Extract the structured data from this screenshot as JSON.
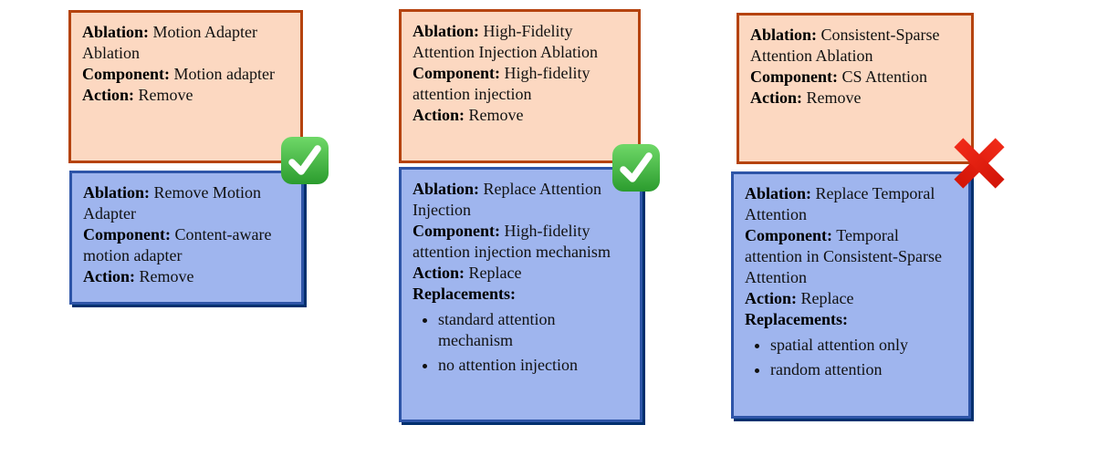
{
  "colors": {
    "page_background": "#ffffff",
    "spec_box_fill": "#fcd8c1",
    "spec_box_border": "#b5430f",
    "plan_box_fill": "#9fb5ee",
    "plan_box_border": "#2e55a8",
    "plan_box_shadow": "#00306e",
    "pass_green": "#33a42c",
    "fail_red": "#e4180c",
    "text": "#111111"
  },
  "cards": [
    {
      "status": "pass",
      "status_icon": "check-mark-icon",
      "top": {
        "fields": [
          {
            "label": "Ablation:",
            "value": "Motion Adapter Ablation"
          },
          {
            "label": "Component:",
            "value": "Motion adapter"
          },
          {
            "label": "Action:",
            "value": "Remove"
          }
        ]
      },
      "bottom": {
        "fields": [
          {
            "label": "Ablation:",
            "value": "Remove Motion Adapter"
          },
          {
            "label": "Component:",
            "value": "Content-aware motion adapter"
          },
          {
            "label": "Action:",
            "value": "Remove"
          }
        ]
      }
    },
    {
      "status": "pass",
      "status_icon": "check-mark-icon",
      "top": {
        "fields": [
          {
            "label": "Ablation:",
            "value": "High-Fidelity Attention Injection Ablation"
          },
          {
            "label": "Component:",
            "value": "High-fidelity attention injection"
          },
          {
            "label": "Action:",
            "value": "Remove"
          }
        ]
      },
      "bottom": {
        "fields": [
          {
            "label": "Ablation:",
            "value": "Replace Attention Injection"
          },
          {
            "label": "Component:",
            "value": "High-fidelity attention injection mechanism"
          },
          {
            "label": "Action:",
            "value": "Replace"
          },
          {
            "label": "Replacements:",
            "value": ""
          }
        ],
        "bullets": [
          "standard attention mechanism",
          "no attention injection"
        ]
      }
    },
    {
      "status": "fail",
      "status_icon": "cross-mark-icon",
      "top": {
        "fields": [
          {
            "label": "Ablation:",
            "value": "Consistent-Sparse Attention Ablation"
          },
          {
            "label": "Component:",
            "value": "CS Attention"
          },
          {
            "label": "Action:",
            "value": "Remove"
          }
        ]
      },
      "bottom": {
        "fields": [
          {
            "label": "Ablation:",
            "value": "Replace Temporal Attention"
          },
          {
            "label": "Component:",
            "value": "Temporal attention in Consistent-Sparse Attention"
          },
          {
            "label": "Action:",
            "value": "Replace"
          },
          {
            "label": "Replacements:",
            "value": ""
          }
        ],
        "bullets": [
          "spatial attention only",
          "random attention"
        ]
      }
    }
  ]
}
